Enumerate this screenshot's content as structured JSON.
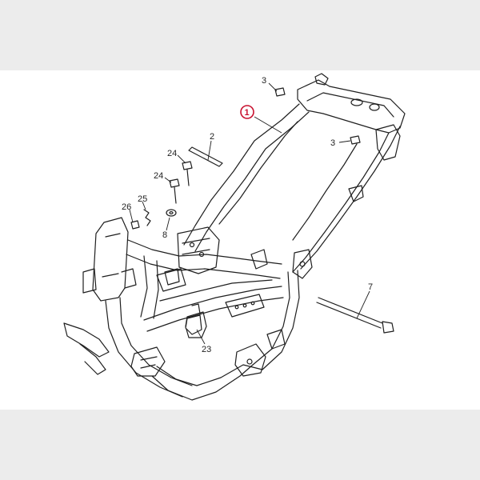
{
  "diagram": {
    "callouts": {
      "main_frame": "1",
      "bar": "2",
      "nut_top": "3",
      "nut_right": "3",
      "long_bolt": "7",
      "washer": "8",
      "bracket": "23",
      "bolt_upper": "24",
      "bolt_lower": "24",
      "spring_clip": "25",
      "small_bolt": "26"
    },
    "colors": {
      "highlight_ring": "#c8102e",
      "line_art": "#1f1f1f",
      "backdrop": "#ececec",
      "panel": "#ffffff"
    }
  }
}
